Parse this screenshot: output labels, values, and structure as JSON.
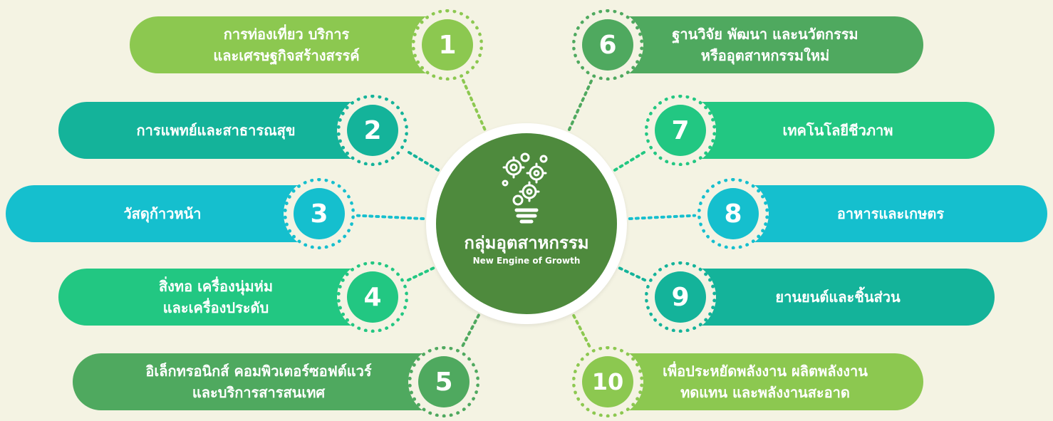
{
  "hub": {
    "title": "กลุ่มอุตสาหกรรม",
    "subtitle": "New Engine of Growth",
    "color": "#4e8a3d",
    "icon": "gears-lightbulb-icon"
  },
  "items": [
    {
      "number": "1",
      "label": "การท่องเที่ยว บริการ\nและเศรษฐกิจสร้างสรรค์",
      "color": "#8cc850"
    },
    {
      "number": "2",
      "label": "การแพทย์และสาธารณสุข",
      "color": "#14b39a"
    },
    {
      "number": "3",
      "label": "วัสดุก้าวหน้า",
      "color": "#15bfce"
    },
    {
      "number": "4",
      "label": "สิ่งทอ เครื่องนุ่มห่ม\nและเครื่องประดับ",
      "color": "#22c782"
    },
    {
      "number": "5",
      "label": "อิเล็กทรอนิกส์ คอมพิวเตอร์ซอฟต์แวร์\nและบริการสารสนเทศ",
      "color": "#4fa95f"
    },
    {
      "number": "6",
      "label": "ฐานวิจัย พัฒนา และนวัตกรรม\nหรืออุตสาหกรรมใหม่",
      "color": "#4fa95f"
    },
    {
      "number": "7",
      "label": "เทคโนโลยีชีวภาพ",
      "color": "#22c782"
    },
    {
      "number": "8",
      "label": "อาหารและเกษตร",
      "color": "#15bfce"
    },
    {
      "number": "9",
      "label": "ยานยนต์และชิ้นส่วน",
      "color": "#14b39a"
    },
    {
      "number": "10",
      "label": "เพื่อประหยัดพลังงาน ผลิตพลังงาน\nทดแทน และพลังงานสะอาด",
      "color": "#8cc850"
    }
  ]
}
